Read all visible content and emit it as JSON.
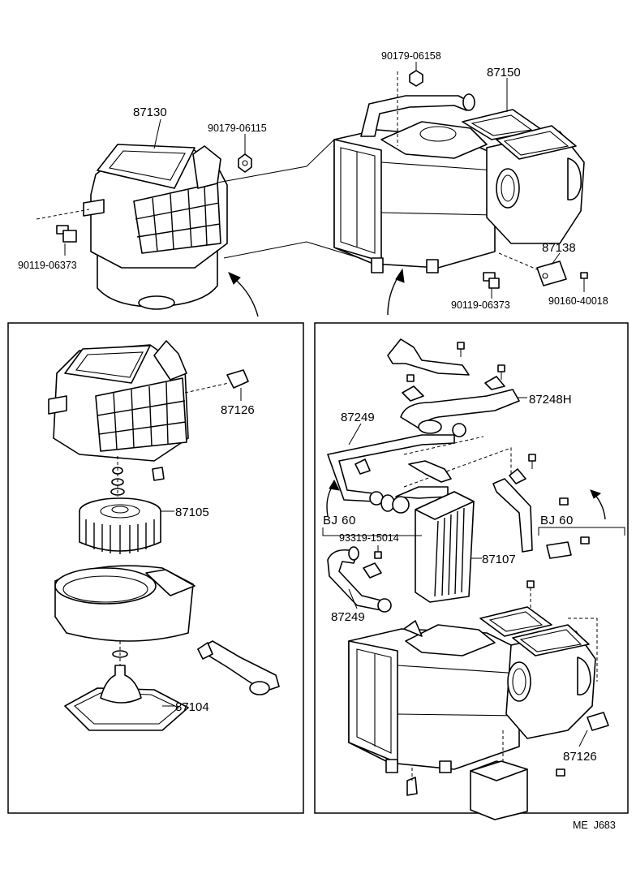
{
  "labels": {
    "top": {
      "p87130": "87130",
      "p90179_06115": "90179-06115",
      "p90119_06373_left": "90119-06373",
      "p90179_06158": "90179-06158",
      "p87150": "87150",
      "p87138": "87138",
      "p90119_06373_right": "90119-06373",
      "p90160_40018": "90160-40018"
    },
    "left": {
      "p87126": "87126",
      "p87105": "87105",
      "p87104": "87104"
    },
    "right": {
      "p87249_top": "87249",
      "p87248H": "87248H",
      "bj60_left": "BJ 60",
      "bj60_right": "BJ 60",
      "p93319_15014": "93319-15014",
      "p87107": "87107",
      "p87249_bottom": "87249",
      "p87126": "87126"
    },
    "code": "ME  J683"
  }
}
